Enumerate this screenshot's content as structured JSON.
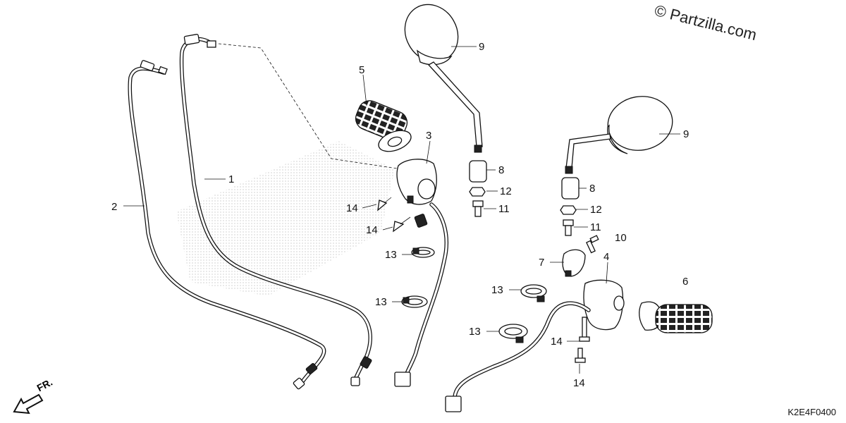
{
  "watermark": "© Partzilla.com",
  "diagram_code": "K2E4F0400",
  "direction_label": "FR.",
  "callouts": {
    "c1": "1",
    "c2": "2",
    "c3": "3",
    "c4": "4",
    "c5": "5",
    "c6": "6",
    "c7": "7",
    "c8a": "8",
    "c8b": "8",
    "c9a": "9",
    "c9b": "9",
    "c10": "10",
    "c11a": "11",
    "c11b": "11",
    "c12a": "12",
    "c12b": "12",
    "c13a": "13",
    "c13b": "13",
    "c13c": "13",
    "c13d": "13",
    "c14a": "14",
    "c14b": "14",
    "c14c": "14",
    "c14d": "14"
  }
}
